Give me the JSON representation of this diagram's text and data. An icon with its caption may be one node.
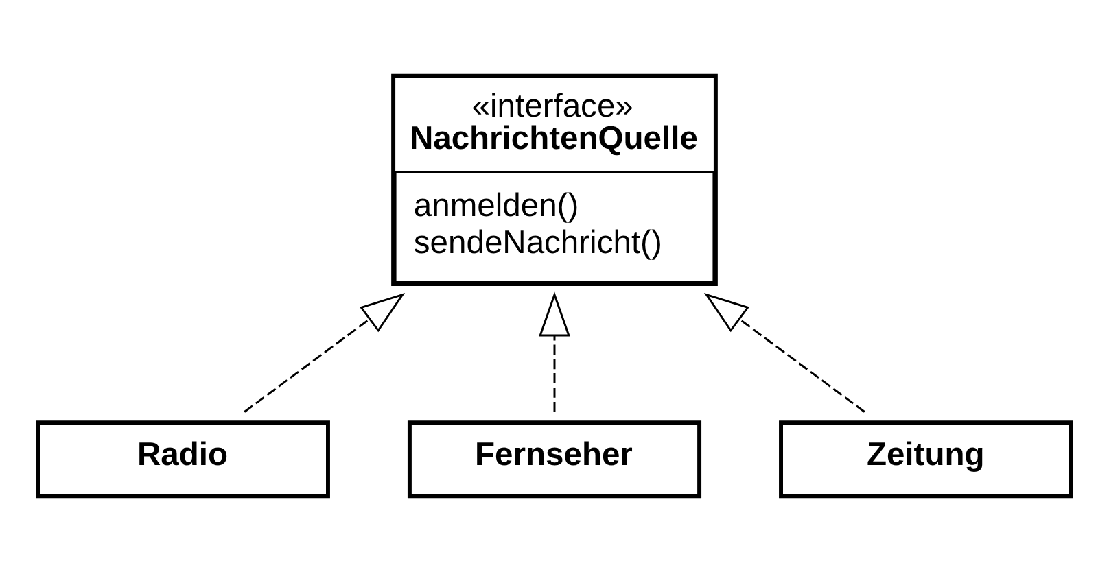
{
  "diagram": {
    "nodes": [
      {
        "text": [
          "«interface»",
          "NachrichtenQuelle",
          "anmelden()",
          "sendeNachricht()"
        ]
      },
      {
        "text": [
          "Radio"
        ]
      },
      {
        "text": [
          "Fernseher"
        ]
      },
      {
        "text": [
          "Zeitung"
        ]
      }
    ],
    "edges": [
      {
        "from": 1,
        "to": 0,
        "arrow": "to",
        "style": "dashed"
      },
      {
        "from": 2,
        "to": 0,
        "arrow": "to",
        "style": "dashed"
      },
      {
        "from": 3,
        "to": 0,
        "arrow": "to",
        "style": "dashed"
      }
    ]
  }
}
